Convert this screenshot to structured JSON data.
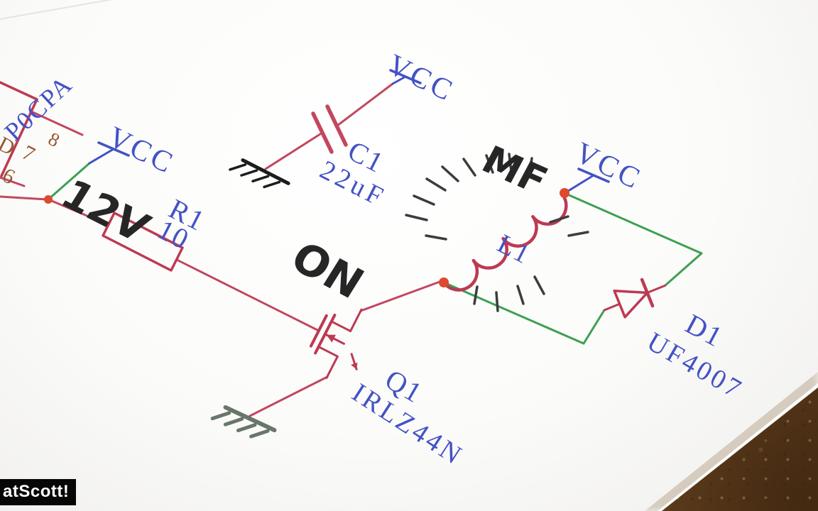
{
  "schematic": {
    "power_labels": {
      "vcc_top": "VCC",
      "vcc_left": "VCC",
      "vcc_right": "VCC"
    },
    "components": {
      "c1": {
        "ref": "C1",
        "value": "22uF"
      },
      "r1": {
        "ref": "R1",
        "value": "10"
      },
      "l1": {
        "ref": "L1"
      },
      "q1": {
        "ref": "Q1",
        "value": "IRLZ44N"
      },
      "d1": {
        "ref": "D1",
        "value": "UF4007"
      },
      "ic": {
        "name": "P0CPA",
        "pin_labels": {
          "d": "D",
          "p7": "7",
          "p6": "6",
          "p8": "8"
        }
      }
    },
    "colors": {
      "label_blue": "#4352c5",
      "wire_red": "#c2475f",
      "symbol_red": "#bc3a52",
      "wire_green": "#3da052",
      "junction_red": "#de4a2e",
      "pin_brown": "#95562e",
      "ink_black": "#262626",
      "ground_gray": "#5d6b5f"
    }
  },
  "annotations": {
    "voltage": "12V",
    "state": "ON",
    "field": "MF"
  },
  "watermark": {
    "text": "atScott!"
  }
}
